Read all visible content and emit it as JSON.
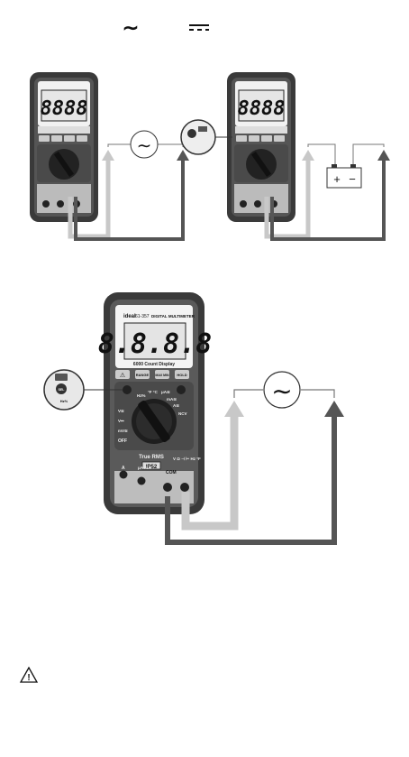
{
  "header": {
    "ac_symbol": "∼",
    "dc_symbol": "⎓",
    "colors": {
      "meter_body": "#3a3a3a",
      "meter_face": "#5a5a5a",
      "lcd": "#e8e8e8",
      "red_lead": "#4a4a4a",
      "black_lead_light": "#c8c8c8",
      "source_wire": "#777777"
    }
  },
  "meter": {
    "brand": "ideal",
    "model": "61-357",
    "name": "DIGITAL MULTIMETER",
    "display_digits": "8.8.8.8",
    "display_digits_small": "8888",
    "count_label": "6000 Count Display",
    "buttons": [
      "⚠",
      "RANGE",
      "MAX MIN",
      "HOLD"
    ],
    "true_rms": "True RMS",
    "ip_rating": "IP52",
    "off_label": "OFF",
    "com_label": "COM",
    "a_label": "A",
    "ua_label": "μA mA",
    "volt_label": "V Ω ⊣ ⊢ Hz °F",
    "dial_labels": [
      "Hz%",
      "°F °C",
      "μA≅",
      "mA≅",
      "A≅",
      "NCV",
      "V≅",
      "V⎓",
      "mV≅",
      "OFF"
    ]
  },
  "callout": {
    "sel_label": "SEL",
    "hz_label": "Hz%"
  },
  "sources": {
    "ac_symbol": "∼",
    "battery_plus": "+",
    "battery_minus": "−"
  },
  "footer": {
    "warning_icon": "warning-triangle-icon",
    "warning_symbol": "!"
  }
}
